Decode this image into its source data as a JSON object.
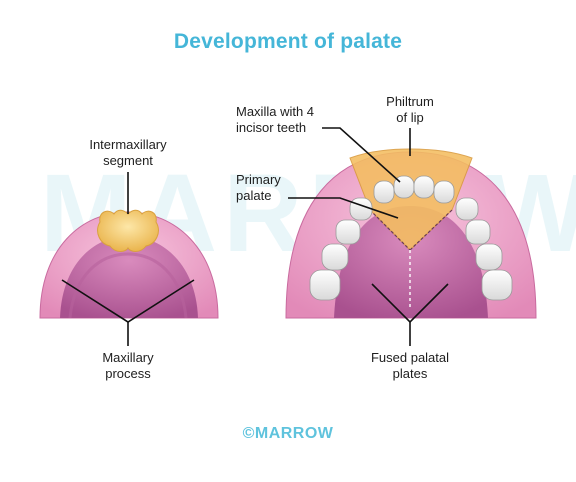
{
  "title": "Development of palate",
  "watermark": "MARROW",
  "copyright": "©MARROW",
  "labels": {
    "intermaxillary": [
      "Intermaxillary",
      "segment"
    ],
    "maxillary_process": [
      "Maxillary",
      "process"
    ],
    "maxilla_teeth": [
      "Maxilla with 4",
      "incisor teeth"
    ],
    "philtrum": [
      "Philtrum",
      "of lip"
    ],
    "primary_palate": [
      "Primary",
      "palate"
    ],
    "fused_plates": [
      "Fused palatal",
      "plates"
    ]
  },
  "colors": {
    "title": "#45b6d8",
    "gum": "#e9a0c4",
    "palate": "#c973ac",
    "segment": "#f2c96b",
    "tooth": "#f5f5f5",
    "leader": "#111111"
  }
}
